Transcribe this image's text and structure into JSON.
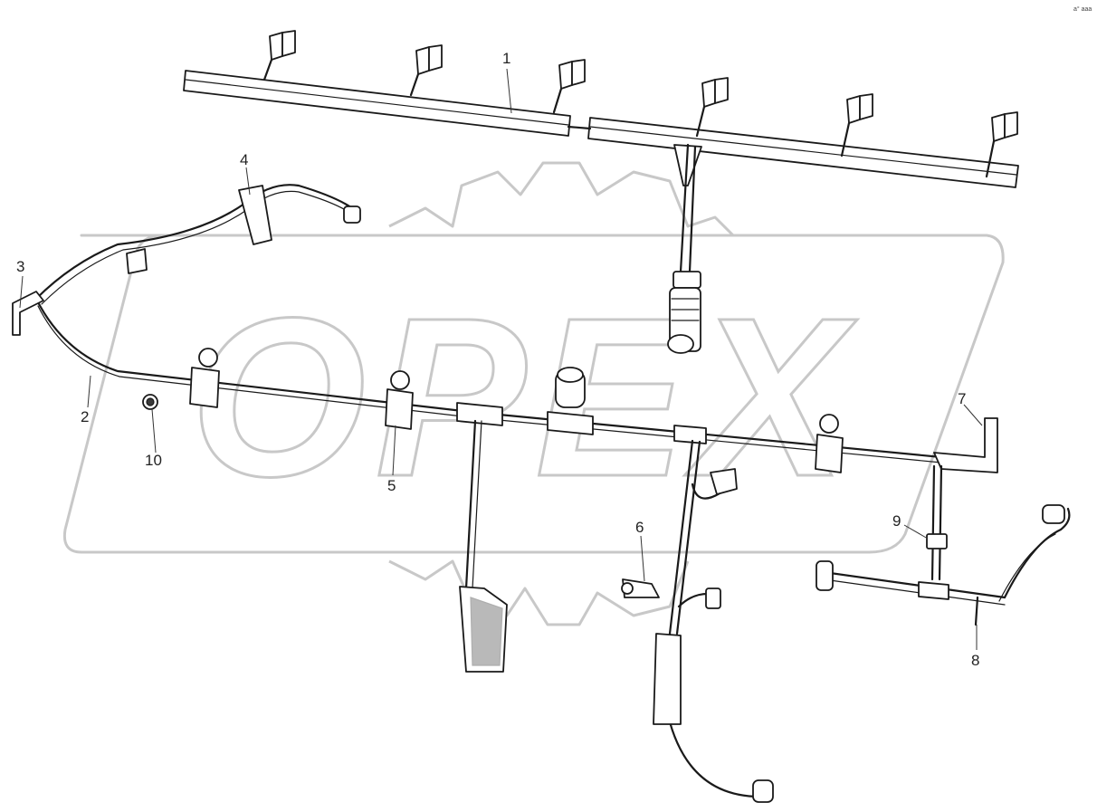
{
  "diagram": {
    "watermark_text": "OPEX",
    "corner_mark": "a° aaa",
    "callouts": [
      {
        "id": "1",
        "label": "1"
      },
      {
        "id": "2",
        "label": "2"
      },
      {
        "id": "3",
        "label": "3"
      },
      {
        "id": "4",
        "label": "4"
      },
      {
        "id": "5",
        "label": "5"
      },
      {
        "id": "6",
        "label": "6"
      },
      {
        "id": "7",
        "label": "7"
      },
      {
        "id": "8",
        "label": "8"
      },
      {
        "id": "9",
        "label": "9"
      },
      {
        "id": "10",
        "label": "10"
      }
    ]
  }
}
